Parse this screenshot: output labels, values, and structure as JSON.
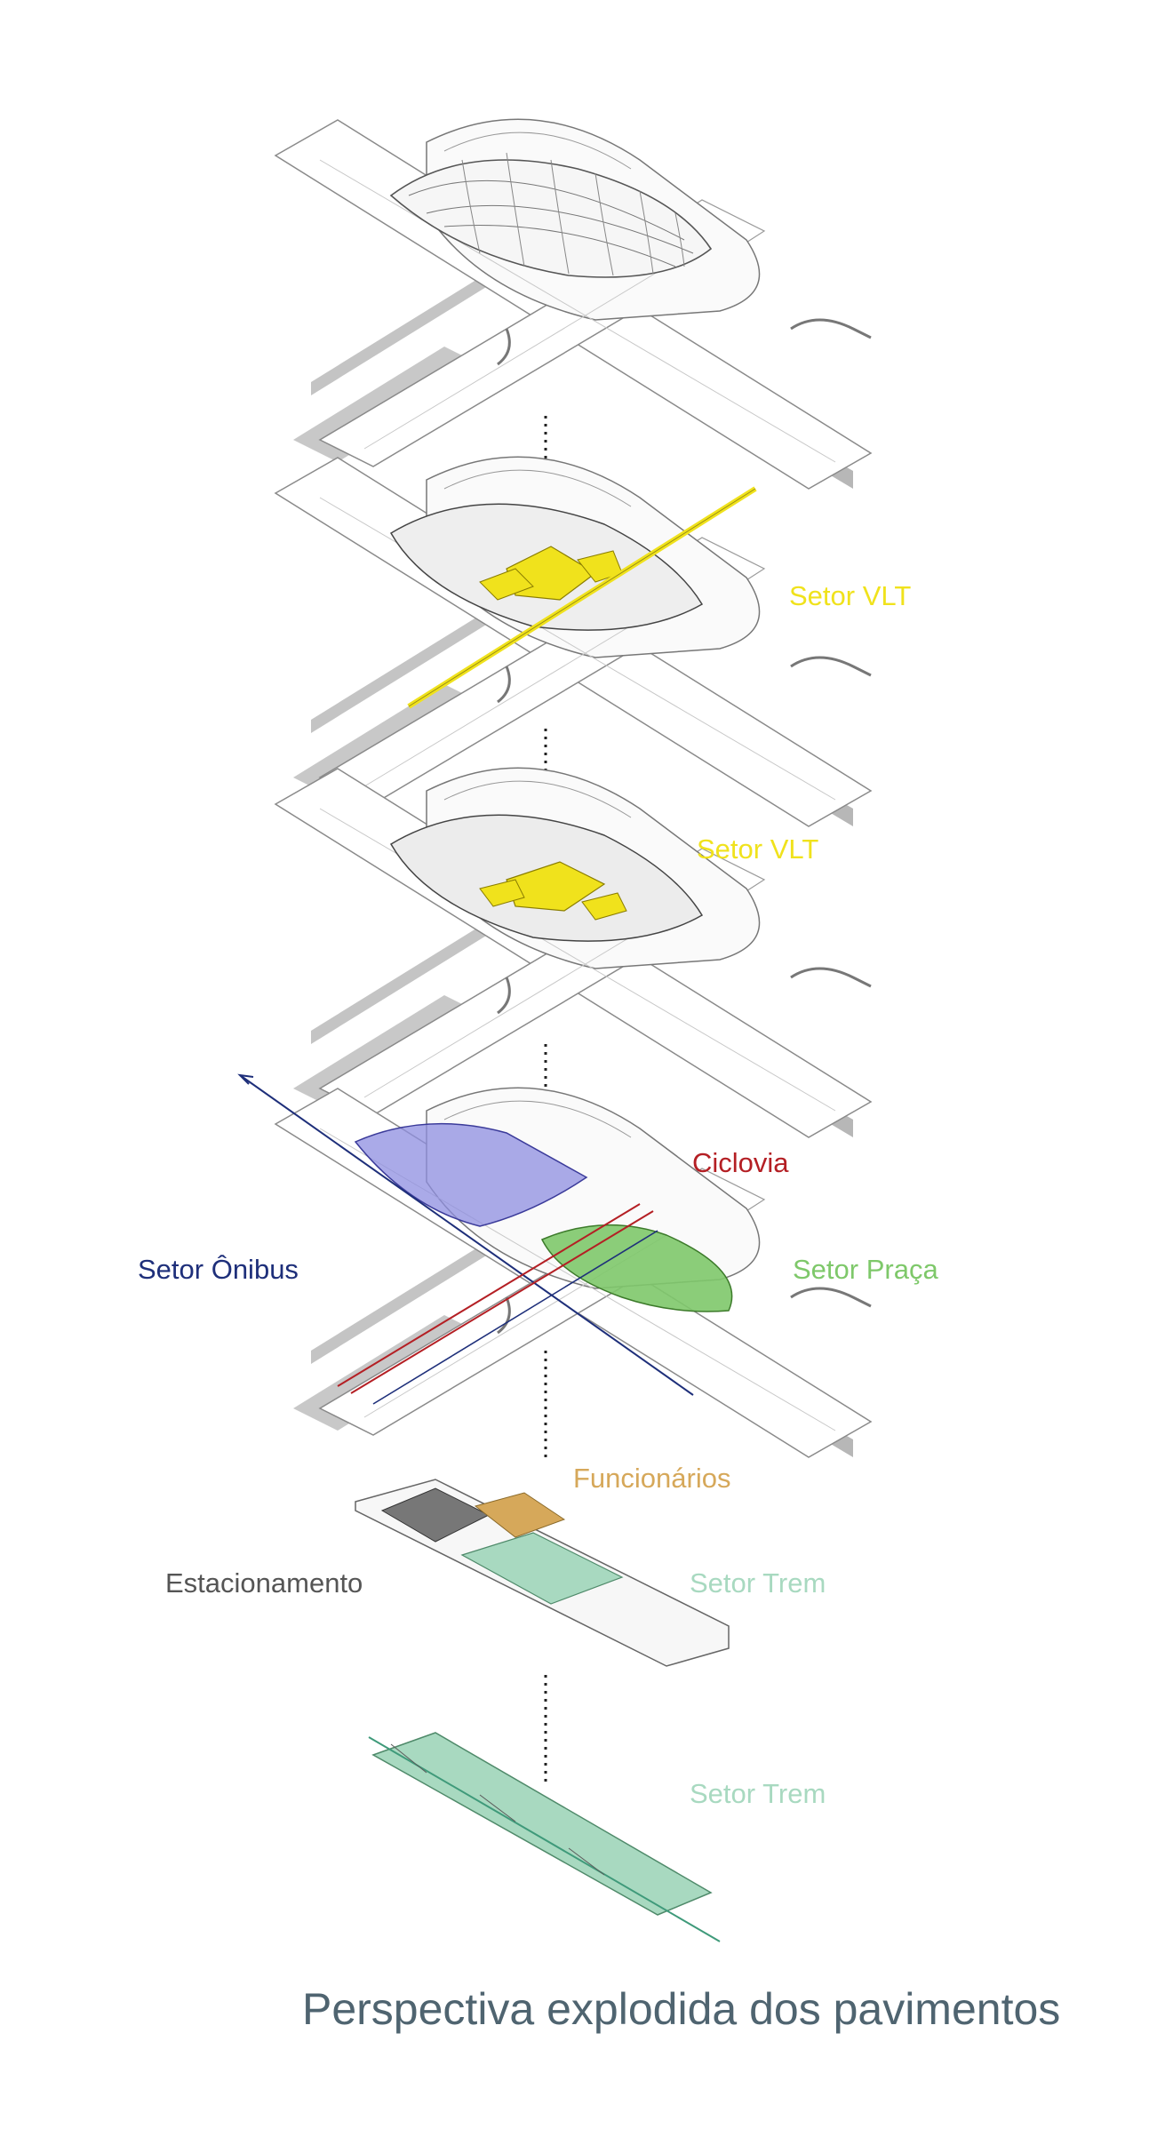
{
  "labels": {
    "vlt_upper": "Setor VLT",
    "vlt_lower": "Setor VLT",
    "ciclovia": "Ciclovia",
    "onibus": "Setor Ônibus",
    "praca": "Setor Praça",
    "funcionarios": "Funcionários",
    "estacionamento": "Estacionamento",
    "trem_upper": "Setor Trem",
    "trem_lower": "Setor Trem"
  },
  "title": "Perspectiva explodida dos pavimentos",
  "colors": {
    "vlt": "#f0e21c",
    "ciclovia": "#b41f24",
    "onibus": "#1e2f7a",
    "praca": "#7ec86a",
    "funcionarios": "#d6a85a",
    "estacionamento": "#555555",
    "trem": "#a8d9c0",
    "title": "#4f6470"
  }
}
